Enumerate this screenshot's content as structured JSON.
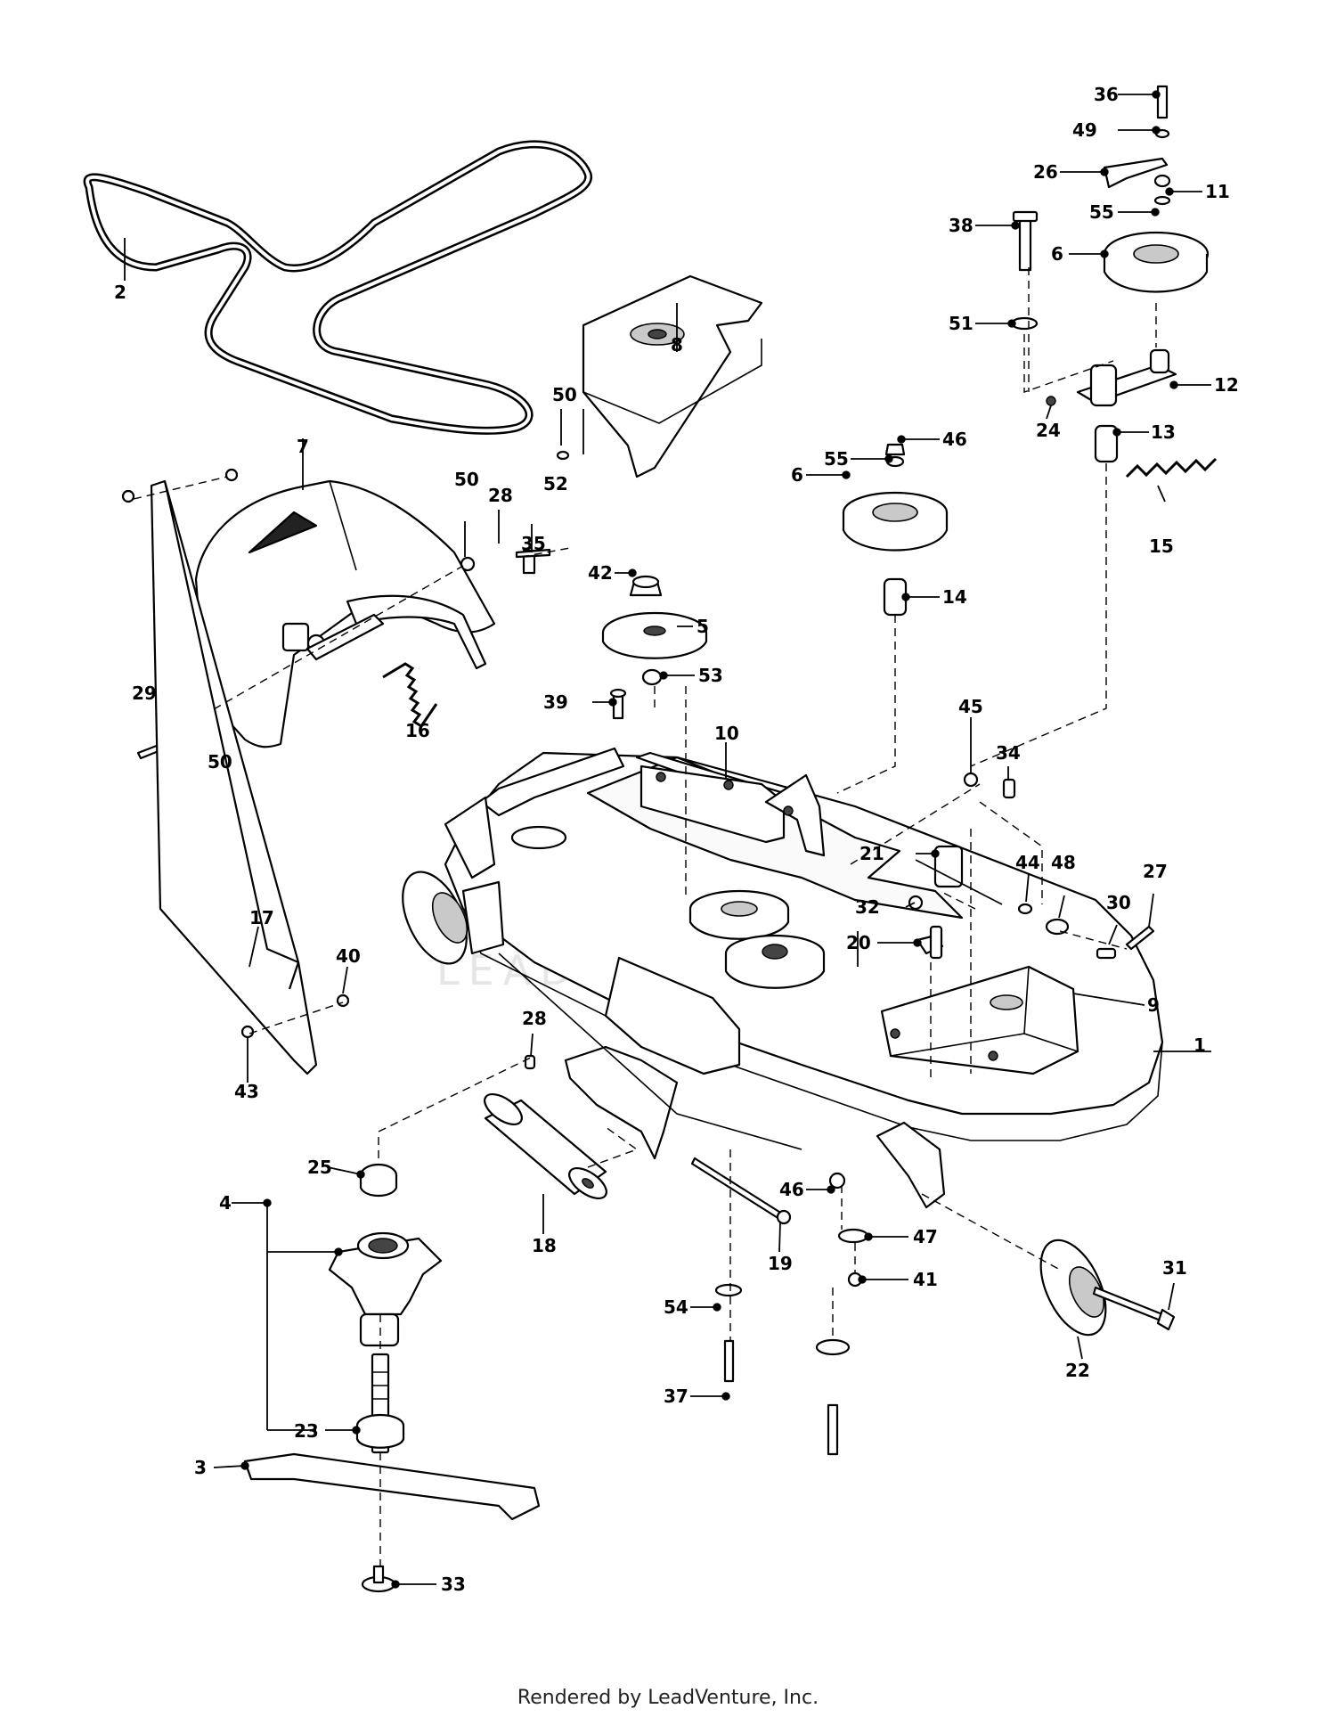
{
  "watermark": "LEADVENTURE",
  "footer": "Rendered by LeadVenture, Inc.",
  "callouts": [
    "1",
    "2",
    "3",
    "4",
    "5",
    "6",
    "6",
    "7",
    "8",
    "9",
    "10",
    "11",
    "12",
    "13",
    "14",
    "15",
    "16",
    "17",
    "18",
    "19",
    "20",
    "21",
    "22",
    "23",
    "24",
    "25",
    "26",
    "27",
    "28",
    "28",
    "29",
    "30",
    "31",
    "32",
    "33",
    "34",
    "35",
    "36",
    "37",
    "38",
    "39",
    "40",
    "41",
    "42",
    "43",
    "44",
    "45",
    "46",
    "46",
    "47",
    "48",
    "49",
    "50",
    "50",
    "50",
    "51",
    "52",
    "53",
    "54",
    "55",
    "55"
  ]
}
